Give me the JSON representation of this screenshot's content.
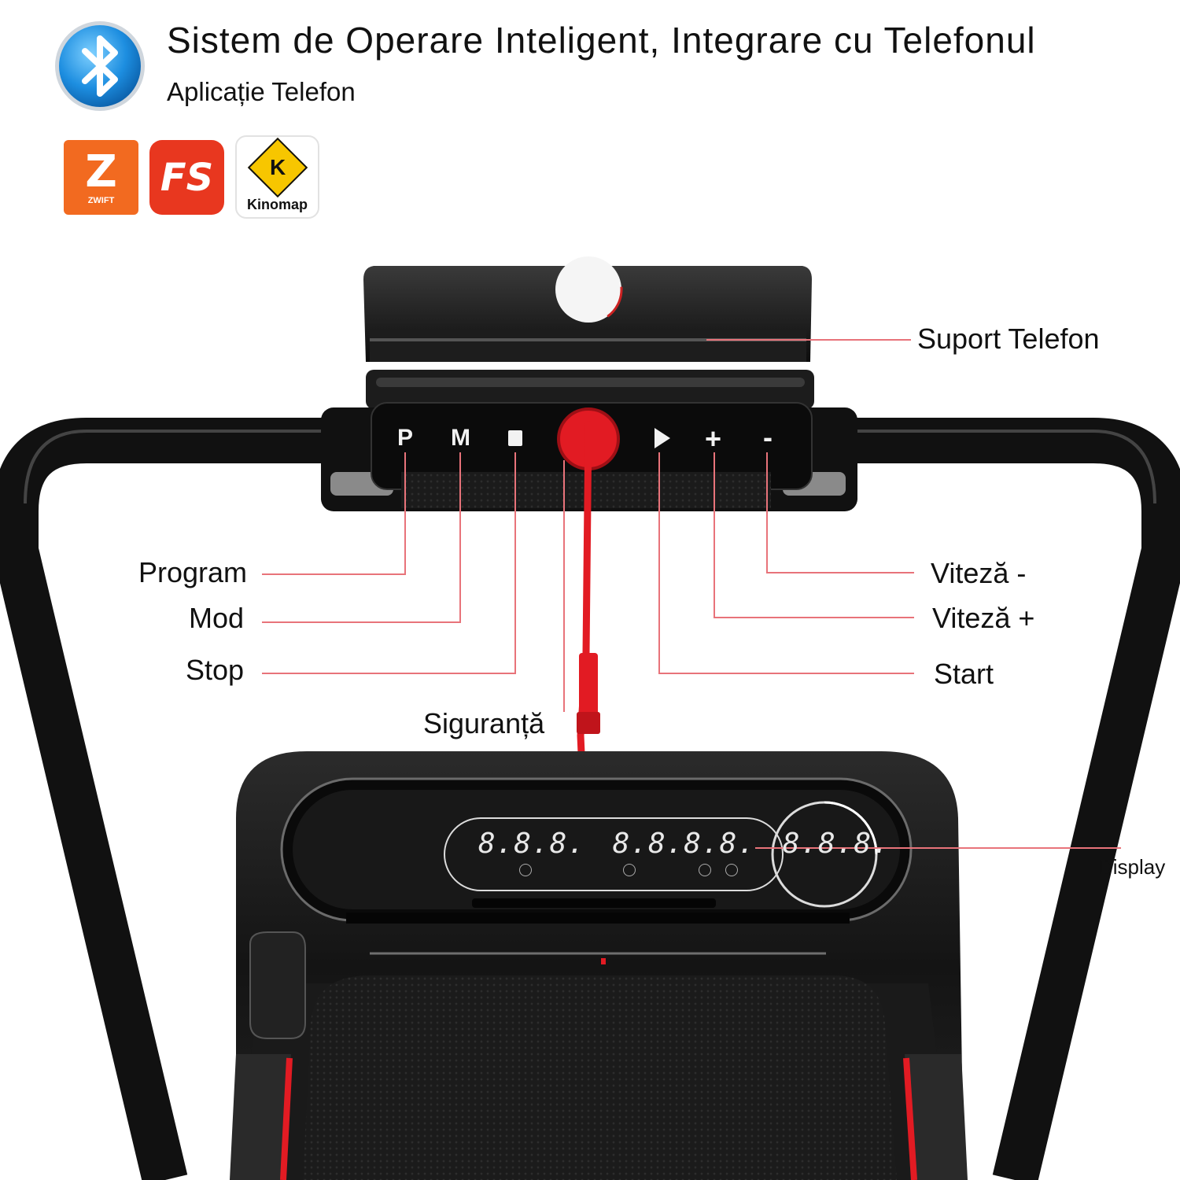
{
  "header": {
    "title": "Sistem de Operare Inteligent, Integrare cu Telefonul",
    "subtitle": "Aplicație Telefon"
  },
  "apps": [
    {
      "name": "zwift-logo",
      "text": "ZWIFT",
      "color": "#f26a20"
    },
    {
      "name": "fs-logo",
      "text": "FS",
      "color": "#e8371f"
    },
    {
      "name": "kinomap-logo",
      "text": "Kinomap",
      "color": "#f7c600"
    }
  ],
  "console_buttons": {
    "program": "P",
    "mode": "M",
    "stop_icon": "square-icon",
    "start_icon": "play-icon",
    "speed_up": "+",
    "speed_down": "-"
  },
  "display": {
    "segment_1": "8.8.8.",
    "segment_2": "8.8.8.8.",
    "segment_3": "8.8.8."
  },
  "callouts": {
    "phone_holder": "Suport Telefon",
    "program": "Program",
    "mode": "Mod",
    "stop": "Stop",
    "speed_down": "Viteză -",
    "speed_up": "Viteză +",
    "start": "Start",
    "safety": "Siguranță",
    "display": "Display"
  },
  "colors": {
    "accent": "#e21b23",
    "callout_line": "#e8737a",
    "frame": "#1a1a1a"
  }
}
